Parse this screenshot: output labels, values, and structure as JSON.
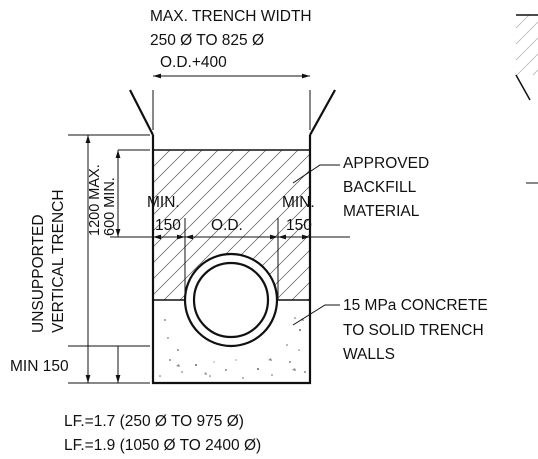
{
  "labels": {
    "trench_width_title": "MAX. TRENCH WIDTH",
    "trench_width_range": "250 Ø TO 825 Ø",
    "trench_width_od": "O.D.+400",
    "unsupported_line1": "UNSUPPORTED",
    "unsupported_line2": "VERTICAL TRENCH",
    "depth_max": "1200 MAX.",
    "depth_min": "600 MIN.",
    "min_left_1": "MIN.",
    "min_left_2": "150",
    "od": "O.D.",
    "min_right_1": "MIN.",
    "min_right_2": "150",
    "backfill_1": "APPROVED",
    "backfill_2": "BACKFILL",
    "backfill_3": "MATERIAL",
    "concrete_1": "15 MPa CONCRETE",
    "concrete_2": "TO SOLID TRENCH",
    "concrete_3": "WALLS",
    "min_150": "MIN 150",
    "lf_1": "LF.=1.7 (250 Ø TO 975 Ø)",
    "lf_2": "LF.=1.9 (1050 Ø TO 2400 Ø)"
  }
}
